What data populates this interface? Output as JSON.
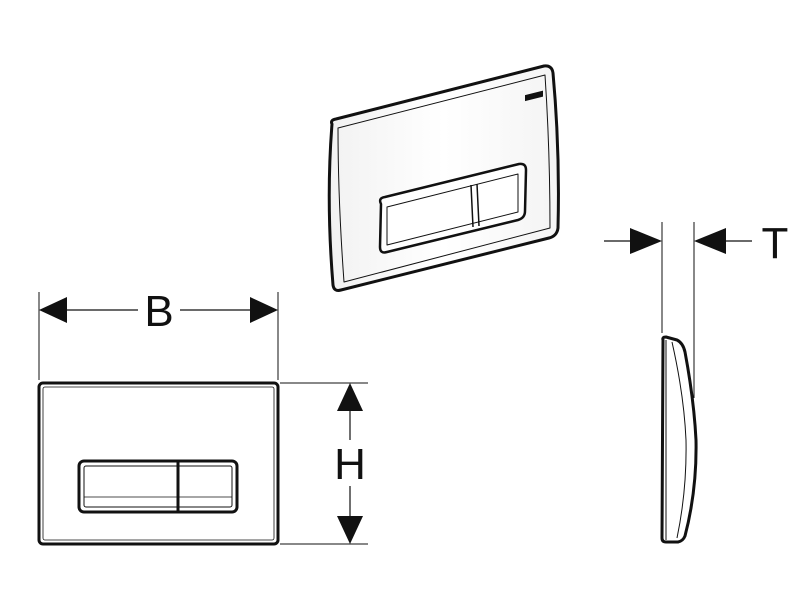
{
  "labels": {
    "width": "B",
    "height": "H",
    "thickness": "T"
  },
  "colors": {
    "line": "#111111",
    "fill": "#ffffff"
  },
  "icons": {
    "logo": "geberit-logo-mark"
  }
}
